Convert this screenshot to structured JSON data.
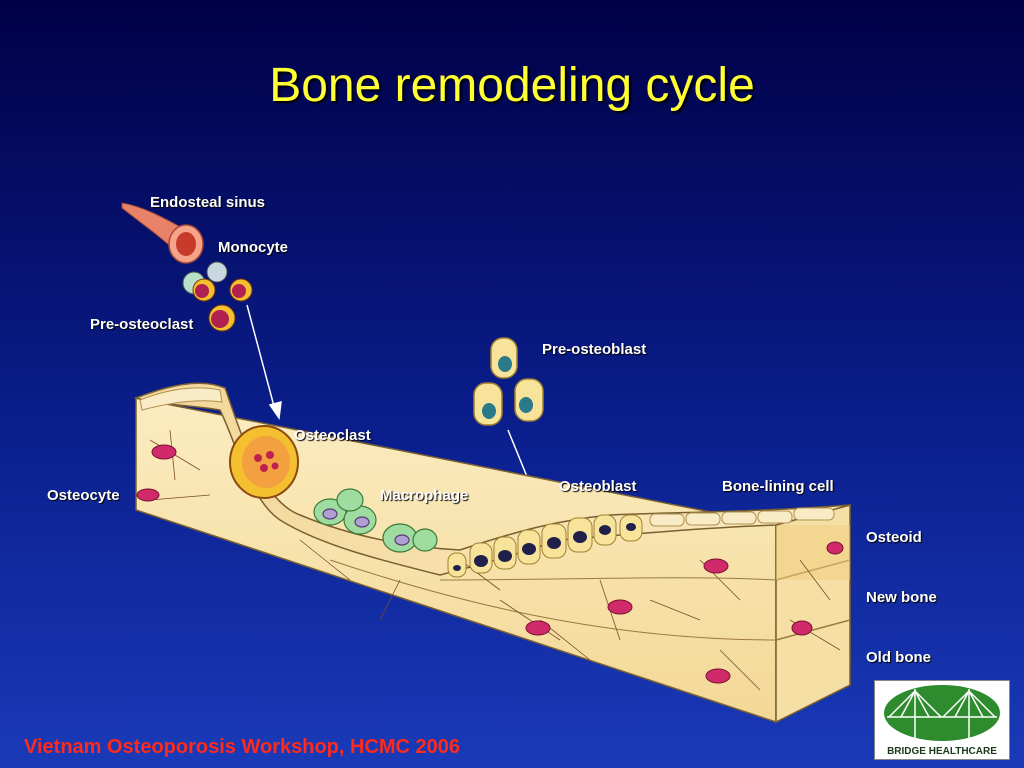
{
  "title": "Bone remodeling cycle",
  "labels": {
    "endosteal_sinus": "Endosteal sinus",
    "monocyte": "Monocyte",
    "pre_osteoclast": "Pre-osteoclast",
    "pre_osteoblast": "Pre-osteoblast",
    "osteoclast": "Osteoclast",
    "osteocyte": "Osteocyte",
    "macrophage": "Macrophage",
    "osteoblast": "Osteoblast",
    "bone_lining_cell": "Bone-lining cell",
    "osteoid": "Osteoid",
    "new_bone": "New bone",
    "old_bone": "Old bone"
  },
  "footer": "Vietnam Osteoporosis Workshop, HCMC 2006",
  "logo": {
    "text": "BRIDGE HEALTHCARE",
    "color": "#2e8b2e"
  },
  "colors": {
    "title": "#ffff33",
    "footer": "#ff2a1a",
    "bone_light": "#fbecc0",
    "bone_dark": "#e6c77e",
    "osteocyte": "#d02a6a"
  }
}
